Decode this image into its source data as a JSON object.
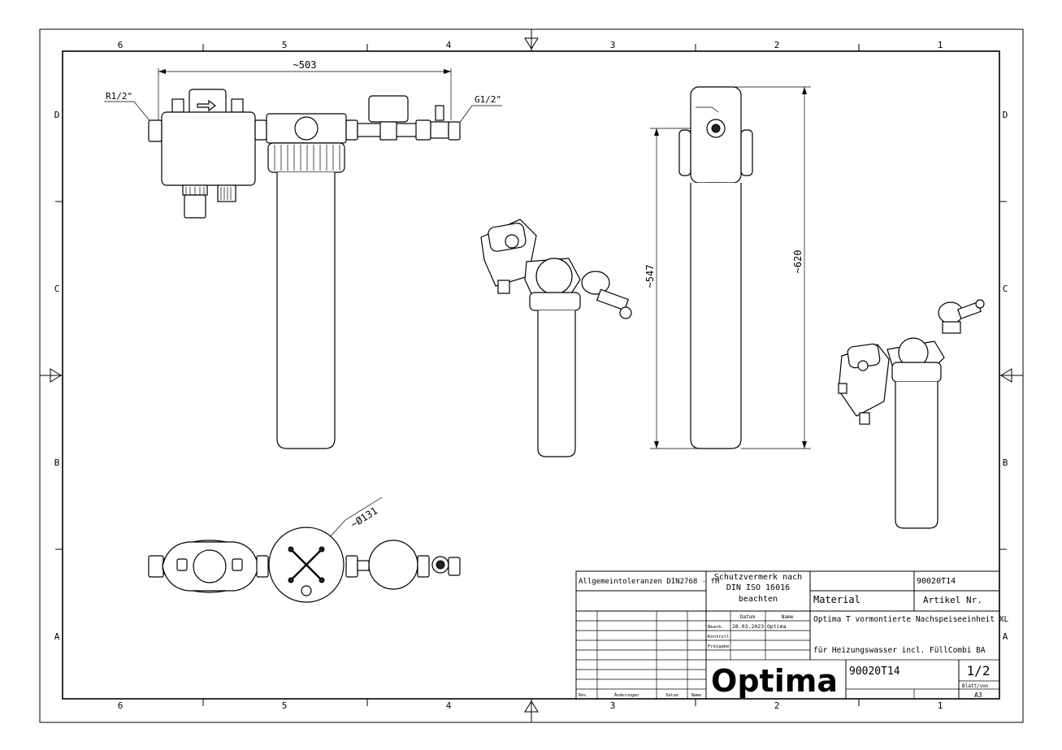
{
  "frame": {
    "column_labels_top": [
      "6",
      "5",
      "4",
      "3",
      "2",
      "1"
    ],
    "column_labels_bottom": [
      "6",
      "5",
      "4",
      "3",
      "2",
      "1"
    ],
    "row_labels_left": [
      "D",
      "C",
      "B",
      "A"
    ],
    "row_labels_right": [
      "D",
      "C",
      "B",
      "A"
    ]
  },
  "dimensions": {
    "overall_width": "~503",
    "left_connection": "R1/2\"",
    "right_connection": "G1/2\"",
    "filter_diameter": "~Ø131",
    "housing_height": "~547",
    "overall_height": "~620"
  },
  "title_block": {
    "tolerances": "Allgemeintoleranzen DIN2768 - fH",
    "protection_line1": "Schutzvermerk nach",
    "protection_line2": "DIN ISO 16016",
    "protection_line3": "beachten",
    "article_number_top": "90020T14",
    "material_label": "Material",
    "article_label": "Artikel Nr.",
    "datum_header": "Datum",
    "name_header": "Name",
    "row_bearb": "Bearb.",
    "row_kontroll": "Kontroll",
    "row_freigabe": "Freigabe",
    "date": "28.03.2023",
    "name": "Optima",
    "description_line1": "Optima T vormontierte Nachspeiseeinheit XL",
    "description_line2": "für Heizungswasser incl. FüllCombi BA",
    "logo": "Optima",
    "drawing_number": "90020T14",
    "sheet": "1/2",
    "sheet_label": "Blatt/von",
    "format": "A3",
    "rev_label": "Rev.",
    "changes_label": "Änderungen",
    "date_label": "Datum",
    "name_label": "Name"
  }
}
